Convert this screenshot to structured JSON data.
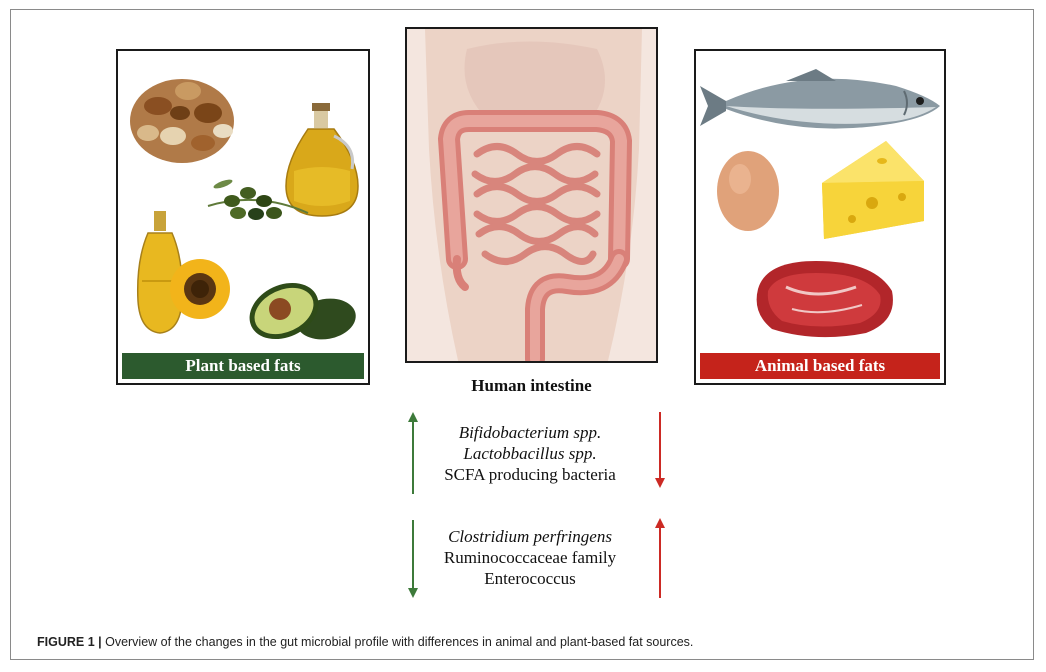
{
  "panels": {
    "plant": {
      "label": "Plant based fats",
      "items": [
        "nuts-icon",
        "olive-oil-icon",
        "olives-icon",
        "sunflower-oil-icon",
        "sunflower-icon",
        "avocado-icon"
      ]
    },
    "intestine": {
      "label": "Human intestine",
      "items": [
        "intestine-illustration"
      ]
    },
    "animal": {
      "label": "Animal based fats",
      "items": [
        "fish-icon",
        "egg-icon",
        "cheese-icon",
        "meat-icon"
      ]
    }
  },
  "bacteria_groups": [
    {
      "plant_effect": "increase",
      "animal_effect": "decrease",
      "lines": [
        "Bifidobacterium spp.",
        "Lactobbacillus spp.",
        "SCFA producing bacteria"
      ]
    },
    {
      "plant_effect": "decrease",
      "animal_effect": "increase",
      "lines": [
        "Clostridium perfringens",
        "Ruminococcaceae family",
        "Enterococcus"
      ]
    }
  ],
  "caption": {
    "prefix": "FIGURE 1 |",
    "text": " Overview of the changes in the gut microbial profile with differences in animal and plant-based fat sources."
  },
  "colors": {
    "plant": "#2c5a2e",
    "animal": "#c5231b",
    "arrow_green": "#3d7a3a",
    "arrow_red": "#cc2a24"
  }
}
